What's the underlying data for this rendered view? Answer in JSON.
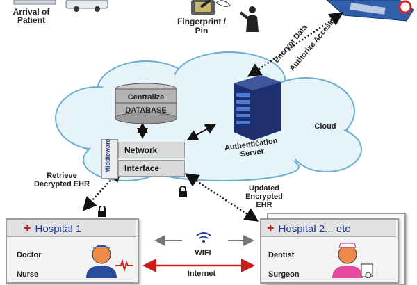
{
  "labels": {
    "arrival_of_patient": "Arrival of Patient",
    "fingerprint_pin": "Fingerprint / Pin",
    "encrypt_data": "Encrypt Data",
    "authorize_access": "Authorize Access",
    "cloud": "Cloud",
    "centralize": "Centralize",
    "database": "DATABASE",
    "middleware": "Middleware",
    "network": "Network",
    "interface": "Interface",
    "authentication_server": "Authentication Server",
    "retrieve_decrypted_ehr": "Retrieve Decrypted EHR",
    "updated_encrypted_ehr": "Updated Encrypted EHR",
    "wifi": "WIFI",
    "internet": "Internet"
  },
  "hospital1": {
    "title": "Hospital 1",
    "roles": [
      "Doctor",
      "Nurse"
    ]
  },
  "hospital2": {
    "title": "Hospital 2... etc",
    "roles": [
      "Dentist",
      "Surgeon"
    ]
  },
  "colors": {
    "cloud_fill": "#e6f4fa",
    "cloud_stroke": "#6aaed2",
    "hospital_title": "#1d3b8f",
    "plus": "#d01818",
    "internet_arrow": "#c81e1e",
    "wifi_arrow": "#777777"
  }
}
